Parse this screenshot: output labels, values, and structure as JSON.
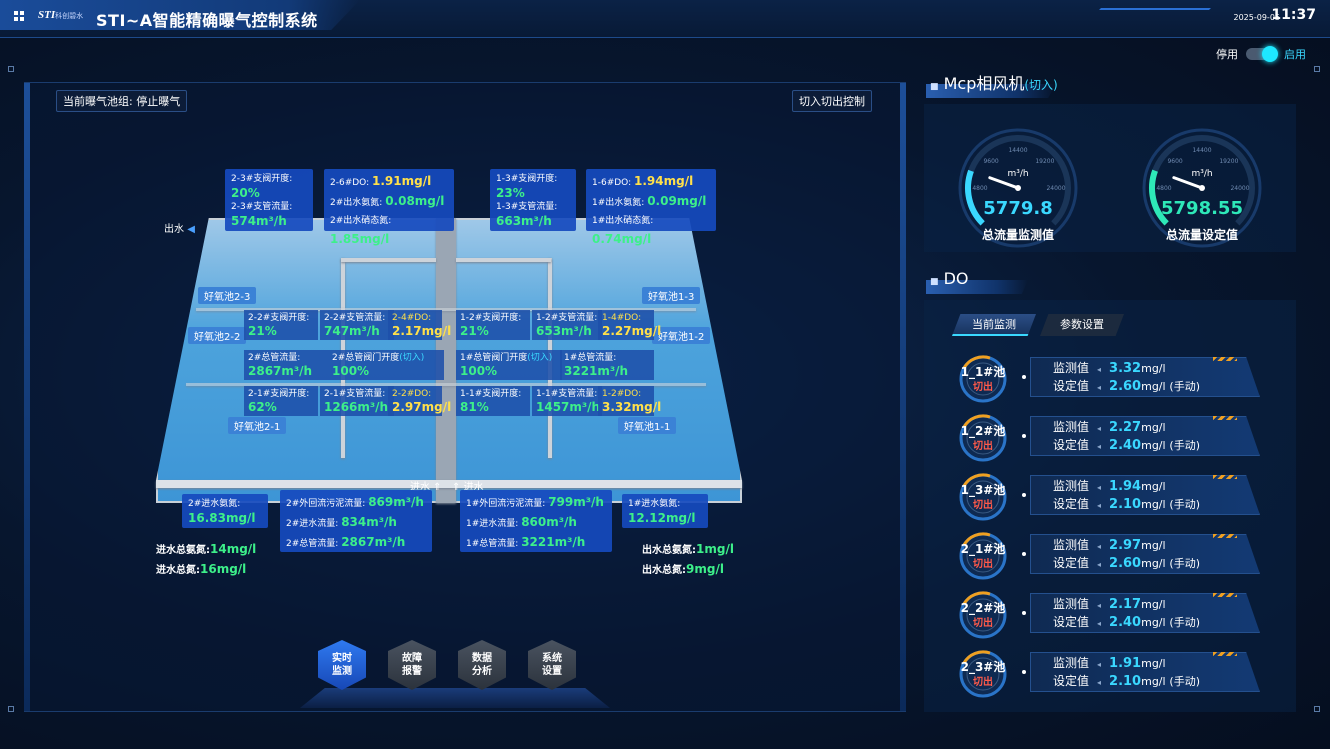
{
  "header": {
    "logo_text": "STI",
    "logo_sub": "科创碧水",
    "title": "STI~A智能精确曝气控制系统",
    "date": "2025-09-05",
    "time": "11:37"
  },
  "toggle": {
    "off_label": "停用",
    "on_label": "启用",
    "state": "on"
  },
  "left": {
    "current_group": "当前曝气池组: 停止曝气",
    "switch_button": "切入切出控制",
    "outlet_label": "出水",
    "inlet_label_left": "进水",
    "inlet_label_right": "进水",
    "pools": [
      "好氧池2-3",
      "好氧池1-3",
      "好氧池2-2",
      "好氧池1-2",
      "好氧池2-1",
      "好氧池1-1"
    ],
    "top_boxes": [
      {
        "l1": "2-3#支阀开度:",
        "v1": "20%",
        "l2": "2-3#支管流量:",
        "v2": "574m³/h"
      },
      {
        "l1": "2-6#DO:",
        "v1": "1.91mg/l",
        "l2": "2#出水氨氮:",
        "v2": "0.08mg/l",
        "l3": "2#出水硝态氮:",
        "v3": "1.85mg/l"
      },
      {
        "l1": "1-3#支阀开度:",
        "v1": "23%",
        "l2": "1-3#支管流量:",
        "v2": "663m³/h"
      },
      {
        "l1": "1-6#DO:",
        "v1": "1.94mg/l",
        "l2": "1#出水氨氮:",
        "v2": "0.09mg/l",
        "l3": "1#出水硝态氮:",
        "v3": "0.74mg/l"
      }
    ],
    "row2": [
      {
        "l": "2-2#支阀开度:",
        "v": "21%"
      },
      {
        "l": "2-2#支管流量:",
        "v": "747m³/h"
      },
      {
        "l": "2-4#DO:",
        "v": "2.17mg/l"
      },
      {
        "l": "1-2#支阀开度:",
        "v": "21%"
      },
      {
        "l": "1-2#支管流量:",
        "v": "653m³/h"
      },
      {
        "l": "1-4#DO:",
        "v": "2.27mg/l"
      }
    ],
    "row3": [
      {
        "l": "2#总管流量:",
        "v": "2867m³/h"
      },
      {
        "l": "2#总管阀门开度",
        "tag": "(切入)",
        "v": "100%"
      },
      {
        "l": "1#总管阀门开度",
        "tag": "(切入)",
        "v": "100%"
      },
      {
        "l": "1#总管流量:",
        "v": "3221m³/h"
      }
    ],
    "row4": [
      {
        "l": "2-1#支阀开度:",
        "v": "62%"
      },
      {
        "l": "2-1#支管流量:",
        "v": "1266m³/h"
      },
      {
        "l": "2-2#DO:",
        "v": "2.97mg/l"
      },
      {
        "l": "1-1#支阀开度:",
        "v": "81%"
      },
      {
        "l": "1-1#支管流量:",
        "v": "1457m³/h"
      },
      {
        "l": "1-2#DO:",
        "v": "3.32mg/l"
      }
    ],
    "bottom": {
      "in2": {
        "l": "2#进水氨氮:",
        "v": "16.83mg/l"
      },
      "flow2": {
        "l1": "2#外回流污泥流量:",
        "v1": "869m³/h",
        "l2": "2#进水流量:",
        "v2": "834m³/h",
        "l3": "2#总管流量:",
        "v3": "2867m³/h"
      },
      "flow1": {
        "l1": "1#外回流污泥流量:",
        "v1": "799m³/h",
        "l2": "1#进水流量:",
        "v2": "860m³/h",
        "l3": "1#总管流量:",
        "v3": "3221m³/h"
      },
      "in1": {
        "l": "1#进水氨氮:",
        "v": "12.12mg/l"
      }
    },
    "summary_left": {
      "l1": "进水总氨氮:",
      "v1": "14mg/l",
      "l2": "进水总氮:",
      "v2": "16mg/l"
    },
    "summary_right": {
      "l1": "出水总氨氮:",
      "v1": "1mg/l",
      "l2": "出水总氮:",
      "v2": "9mg/l"
    }
  },
  "nav": [
    {
      "line1": "实时",
      "line2": "监测",
      "active": true
    },
    {
      "line1": "故障",
      "line2": "报警",
      "active": false
    },
    {
      "line1": "数据",
      "line2": "分析",
      "active": false
    },
    {
      "line1": "系统",
      "line2": "设置",
      "active": false
    }
  ],
  "mcp": {
    "title": "Mcp相风机",
    "title_tag": "(切入)",
    "unit": "m³/h",
    "gauge_ticks": [
      "4800",
      "9600",
      "14400",
      "19200",
      "24000"
    ],
    "gauges": [
      {
        "value": "5779.8",
        "name": "总流量监测值",
        "reading": 5779.8,
        "color": "#3ad8ff"
      },
      {
        "value": "5798.55",
        "name": "总流量设定值",
        "reading": 5798.55,
        "color": "#2ee8b8"
      }
    ],
    "gauge_max": 24000
  },
  "do": {
    "title": "DO",
    "tabs": [
      "当前监测",
      "参数设置"
    ],
    "monitor_label": "监测值",
    "set_label": "设定值",
    "unit": "mg/l",
    "mode": "(手动)",
    "rows": [
      {
        "pool": "1_1#池",
        "state": "切出",
        "monitor": "3.32",
        "set": "2.60"
      },
      {
        "pool": "1_2#池",
        "state": "切出",
        "monitor": "2.27",
        "set": "2.40"
      },
      {
        "pool": "1_3#池",
        "state": "切出",
        "monitor": "1.94",
        "set": "2.10"
      },
      {
        "pool": "2_1#池",
        "state": "切出",
        "monitor": "2.97",
        "set": "2.60"
      },
      {
        "pool": "2_2#池",
        "state": "切出",
        "monitor": "2.17",
        "set": "2.40"
      },
      {
        "pool": "2_3#池",
        "state": "切出",
        "monitor": "1.91",
        "set": "2.10"
      }
    ]
  }
}
